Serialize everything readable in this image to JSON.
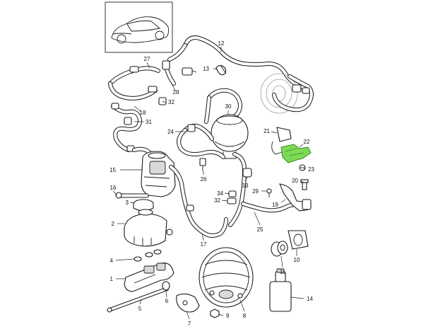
{
  "colors": {
    "background": "#ffffff",
    "line": "#1a1a1a",
    "highlight": "#7ed957",
    "highlight_stroke": "#2e8b1f"
  },
  "thumbnail": {
    "icon": "car-thumbnail-icon"
  },
  "callouts": {
    "c1": "1",
    "c2": "2",
    "c3": "3",
    "c4": "4",
    "c5": "5",
    "c6": "6",
    "c7": "7",
    "c8": "8",
    "c9": "9",
    "c10": "10",
    "c11": "11",
    "c12": "12",
    "c13": "13",
    "c14": "14",
    "c15": "15",
    "c16": "16",
    "c17": "17",
    "c18": "18",
    "c19": "19",
    "c20": "20",
    "c21": "21",
    "c22": "22",
    "c23": "23",
    "c24": "24",
    "c25": "25",
    "c26": "26",
    "c27": "27",
    "c28": "28",
    "c29": "29",
    "c30": "30",
    "c31": "31",
    "c32a": "32",
    "c32b": "32",
    "c33": "33",
    "c34": "34"
  }
}
